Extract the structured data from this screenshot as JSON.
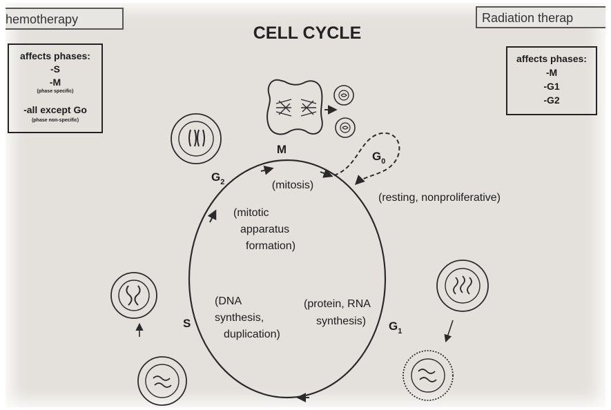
{
  "title": "CELL CYCLE",
  "chemotherapy": {
    "header": "hemotherapy",
    "heading": "affects phases:",
    "line_s": "-S",
    "line_m": "-M",
    "note_specific": "(phase specific)",
    "line_all": "-all except Go",
    "note_nonspecific": "(phase non-specific)"
  },
  "radiation": {
    "header": "Radiation therap",
    "heading": "affects phases:",
    "lines": [
      "-M",
      "-G1",
      "-G2"
    ]
  },
  "phases": {
    "m": {
      "label": "M",
      "desc": [
        "(mitosis)"
      ]
    },
    "g0": {
      "label": "G",
      "sub": "0",
      "desc": [
        "(resting, nonproliferative)"
      ]
    },
    "g2": {
      "label": "G",
      "sub": "2",
      "desc": [
        "(mitotic",
        "apparatus",
        "formation)"
      ]
    },
    "s": {
      "label": "S",
      "desc": [
        "(DNA",
        "synthesis,",
        "duplication)"
      ]
    },
    "g1": {
      "label": "G",
      "sub": "1",
      "desc": [
        "(protein, RNA",
        "synthesis)"
      ]
    }
  }
}
